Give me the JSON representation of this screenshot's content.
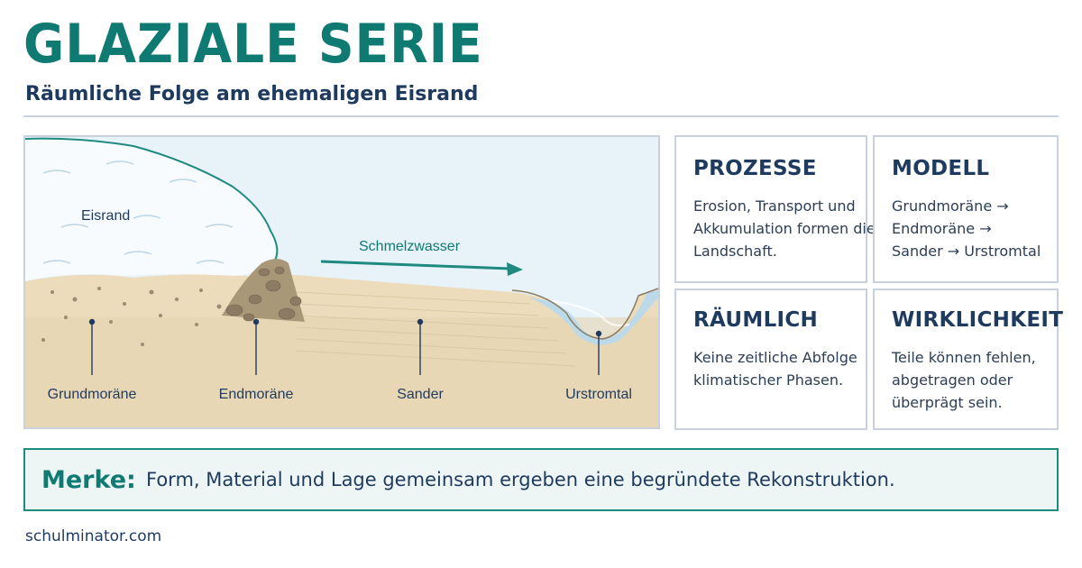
{
  "header": {
    "title": "GLAZIALE SERIE",
    "subtitle": "Räumliche Folge am ehemaligen Eisrand"
  },
  "diagram": {
    "labels": {
      "ice": "Eisrand",
      "meltwater": "Schmelzwasser",
      "ground_moraine": "Grundmoräne",
      "end_moraine": "Endmoräne",
      "sander": "Sander",
      "valley": "Urstromtal"
    },
    "colors": {
      "sky": "#e8f3f9",
      "ice": "#f7fbfe",
      "ice_outline": "#1e8a80",
      "sand": "#ecdcbc",
      "water": "#bcd9ea",
      "arrow": "#1e8a80",
      "leader": "#1f3a5f"
    }
  },
  "cards": [
    {
      "title": "PROZESSE",
      "lines": [
        "Erosion, Transport und",
        "Akkumulation formen die",
        "Landschaft."
      ]
    },
    {
      "title": "MODELL",
      "lines": [
        "Grundmoräne →",
        "Endmoräne →",
        "Sander → Urstromtal"
      ]
    },
    {
      "title": "RÄUMLICH",
      "lines": [
        "Keine zeitliche Abfolge",
        "klimatischer Phasen."
      ]
    },
    {
      "title": "WIRKLICHKEIT",
      "lines": [
        "Teile können fehlen,",
        "abgetragen oder",
        "überprägt sein."
      ]
    }
  ],
  "merke": {
    "label": "Merke:",
    "text": "Form, Material und Lage gemeinsam ergeben eine begründete Rekonstruktion."
  },
  "footer": {
    "source": "schulminator.com"
  },
  "theme": {
    "accent": "#0f7a72",
    "navy": "#1f3a5f",
    "border": "#c9d0de"
  }
}
